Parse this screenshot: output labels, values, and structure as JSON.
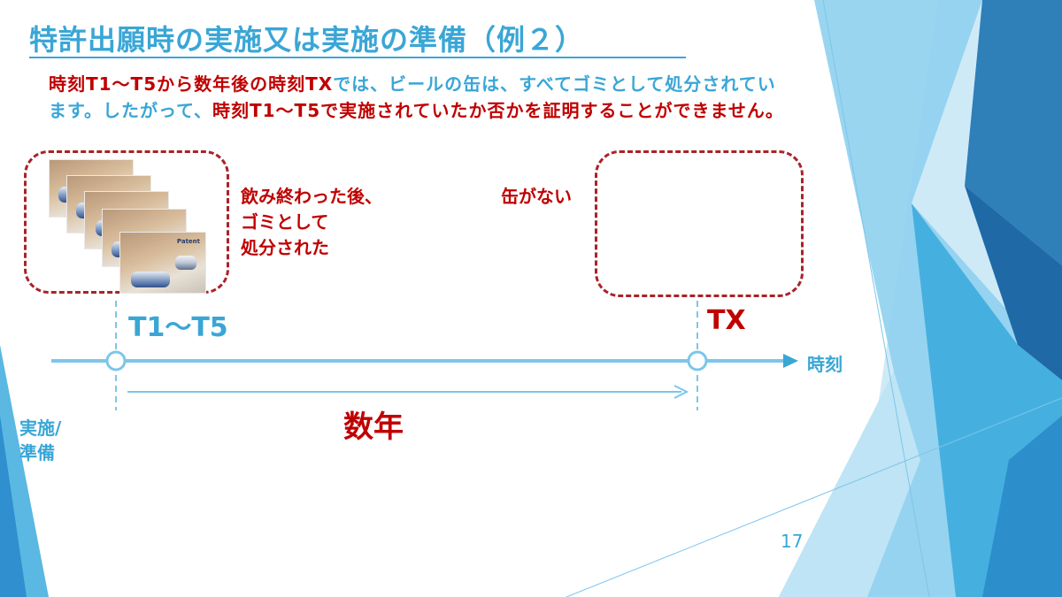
{
  "title": "特許出願時の実施又は実施の準備（例２）",
  "description": {
    "p1_red": "時刻T1～T5から数年後の時刻TX",
    "p2_blue": "では、ビールの缶は、すべてゴミとして処分されています。したがって、",
    "p3_red": "時刻T1～T5で実施されていたか否かを証明することができません。"
  },
  "left_caption": [
    "飲み終わった後、",
    "ゴミとして",
    "処分された"
  ],
  "right_caption": "缶がない",
  "timeline": {
    "start_label": "T1～T5",
    "end_label": "TX",
    "axis_label": "時刻",
    "span_label": "数年",
    "side_label": [
      "実施/",
      "準備"
    ]
  },
  "photo_label": "Patent",
  "page_number": "17",
  "colors": {
    "accent_blue": "#3aa6d6",
    "red": "#c00000",
    "dashed_box": "#a8232a",
    "deco_dark": "#2f7fb8",
    "deco_light": "#8fd0ee"
  }
}
